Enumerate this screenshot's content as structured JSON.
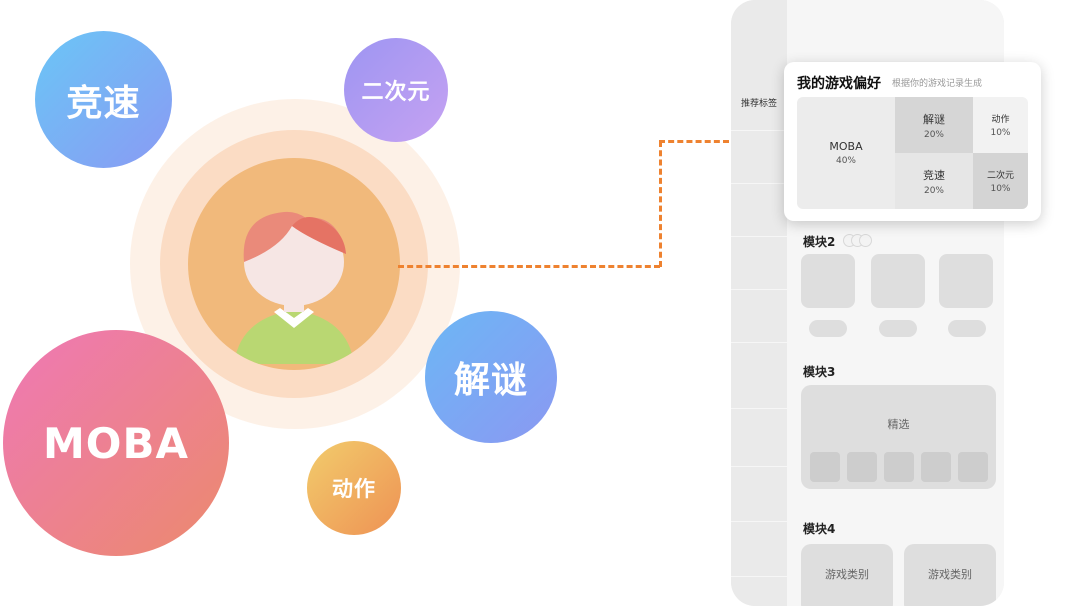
{
  "bubbles": {
    "jingsu": "竞速",
    "erciyuan": "二次元",
    "moba": "MOBA",
    "jiemi": "解谜",
    "dongzuo": "动作"
  },
  "phone": {
    "sidebar_label": "推荐标签",
    "popup": {
      "title": "我的游戏偏好",
      "subtitle": "根据你的游戏记录生成",
      "cells": [
        {
          "name": "MOBA",
          "percent": "40%"
        },
        {
          "name": "解谜",
          "percent": "20%"
        },
        {
          "name": "动作",
          "percent": "10%"
        },
        {
          "name": "竞速",
          "percent": "20%"
        },
        {
          "name": "二次元",
          "percent": "10%"
        }
      ]
    },
    "module2": {
      "title": "模块2"
    },
    "module3": {
      "title": "模块3",
      "featured_label": "精选"
    },
    "module4": {
      "title": "模块4",
      "cards": [
        "游戏类别",
        "游戏类别"
      ]
    }
  },
  "colors": {
    "connector": "#ee8230",
    "avatar_bg": "#f1b97b"
  }
}
